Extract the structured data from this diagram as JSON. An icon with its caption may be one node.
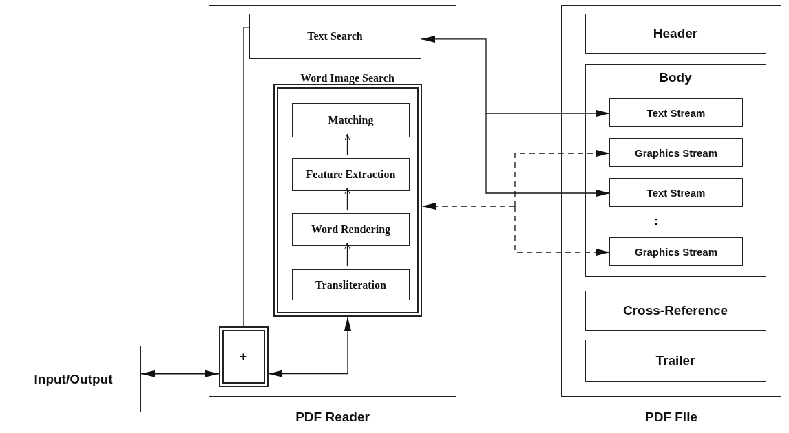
{
  "diagram": {
    "nodes": [
      {
        "text": [
          "PDF Reader"
        ]
      },
      {
        "text": [
          "Text Search"
        ],
        "in": 0
      },
      {
        "text": [
          "Word Image Search"
        ],
        "in": 0
      },
      {
        "text": [
          "Matching"
        ],
        "in": 2
      },
      {
        "text": [
          "Feature Extraction"
        ],
        "in": 2
      },
      {
        "text": [
          "Word Rendering"
        ],
        "in": 2
      },
      {
        "text": [
          "Transliteration"
        ],
        "in": 2
      },
      {
        "text": [
          "+"
        ],
        "in": 0
      },
      {
        "text": [
          "Input/Output"
        ]
      },
      {
        "text": [
          "PDF File"
        ]
      },
      {
        "text": [
          "Header"
        ],
        "in": 9
      },
      {
        "text": [
          "Body"
        ],
        "in": 9
      },
      {
        "text": [
          "Text Stream"
        ],
        "in": 11
      },
      {
        "text": [
          "Graphics Stream"
        ],
        "in": 11
      },
      {
        "text": [
          "Text Stream"
        ],
        "in": 11
      },
      {
        "text": [
          "Graphics Stream"
        ],
        "in": 11
      },
      {
        "text": [
          "Cross-Reference"
        ],
        "in": 9
      },
      {
        "text": [
          "Trailer"
        ],
        "in": 9
      }
    ],
    "edges": [
      {
        "from": 6,
        "to": 5,
        "arrow": "to"
      },
      {
        "from": 5,
        "to": 4,
        "arrow": "to"
      },
      {
        "from": 4,
        "to": 3,
        "arrow": "to"
      },
      {
        "from": 8,
        "to": 7,
        "arrow": "both"
      },
      {
        "from": 7,
        "to": 2,
        "arrow": "both"
      },
      {
        "from": 7,
        "to": 1,
        "arrow": "none"
      },
      {
        "from": 1,
        "to": 12,
        "arrow": "both"
      },
      {
        "from": 1,
        "to": 14,
        "arrow": "both"
      },
      {
        "from": 2,
        "to": 13,
        "arrow": "both",
        "style": "dashed"
      },
      {
        "from": 2,
        "to": 15,
        "arrow": "both",
        "style": "dashed"
      }
    ],
    "labels": [
      ":"
    ]
  }
}
